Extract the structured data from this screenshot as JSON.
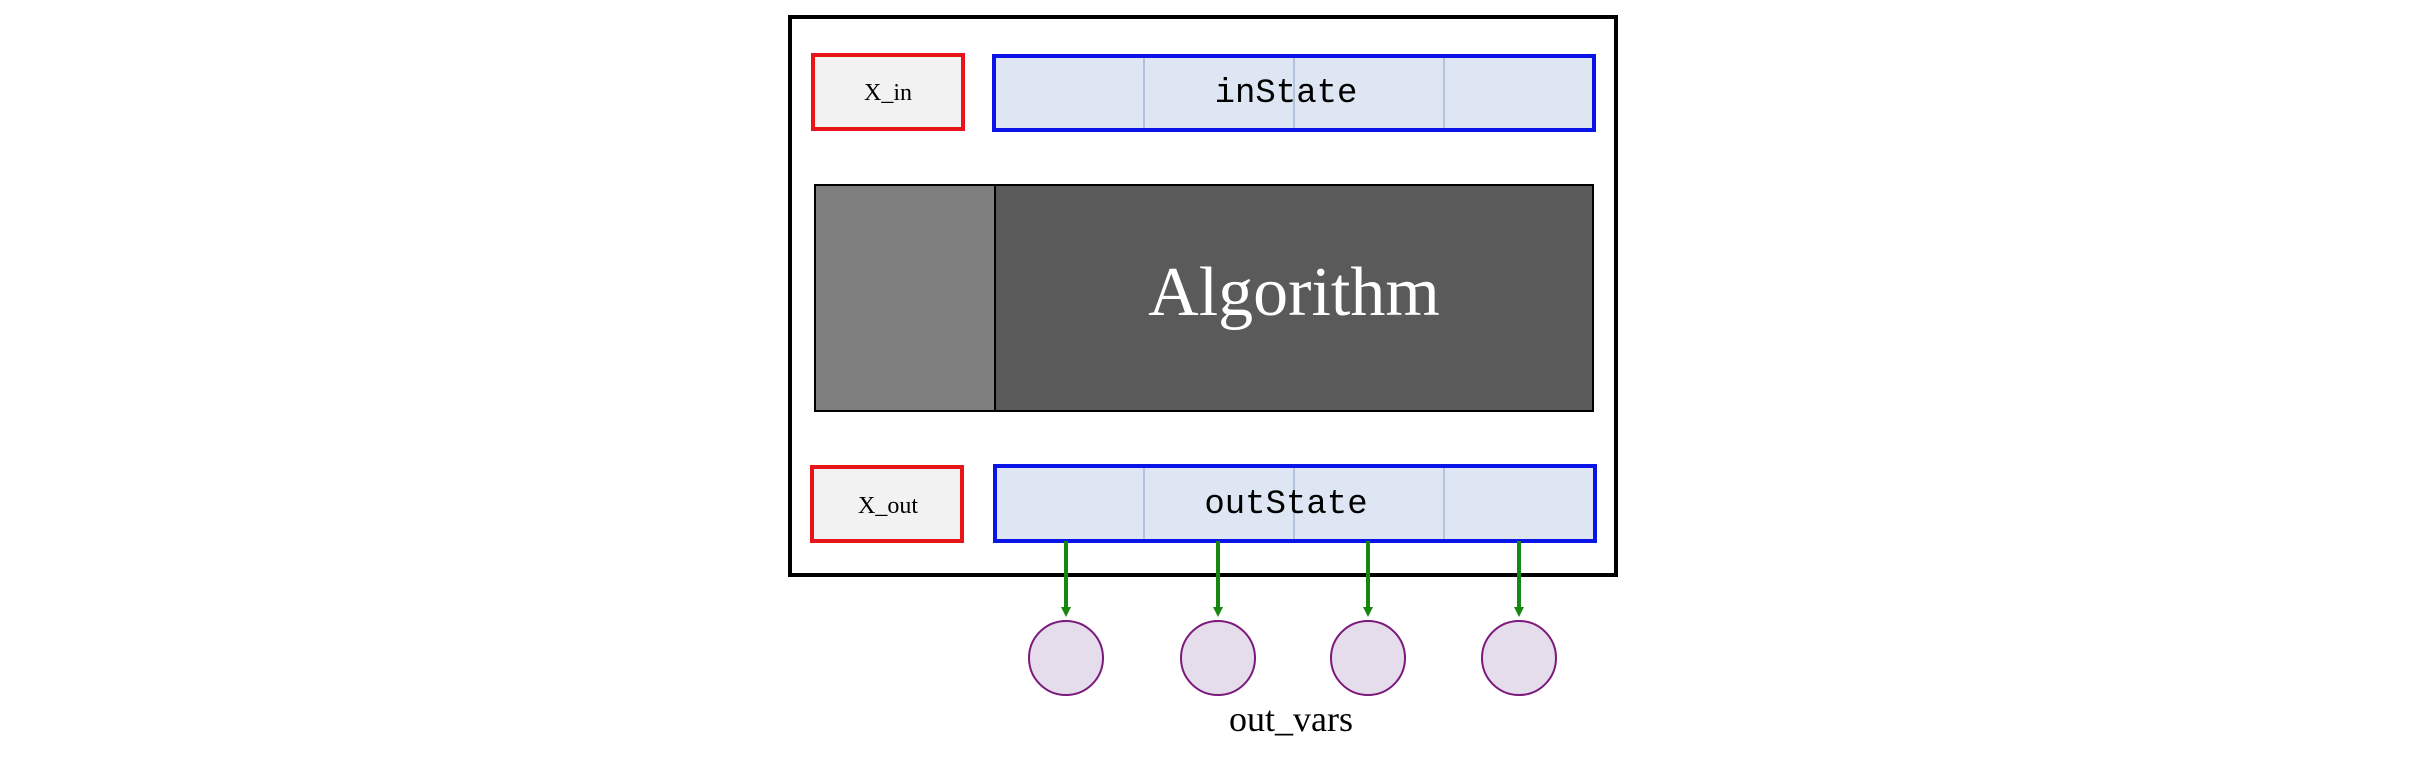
{
  "diagram": {
    "in_var_label": "X_in",
    "in_state_label": "inState",
    "algorithm_label": "Algorithm",
    "out_var_label": "X_out",
    "out_state_label": "outState",
    "out_vars_label": "out_vars",
    "out_var_count": 4
  },
  "colors": {
    "frame": "#000000",
    "var_box_border": "#e8141a",
    "var_box_fill": "#f2f2f2",
    "state_border": "#0a14e6",
    "state_fill": "#dde6f2",
    "state_divider": "#b3c3dd",
    "algorithm_fill": "#5a5a5a",
    "algorithm_side_fill": "#7f7f7f",
    "algorithm_text": "#ffffff",
    "arrow": "#17870f",
    "circle_fill": "#e5dcec",
    "circle_border": "#7b1a7b"
  }
}
